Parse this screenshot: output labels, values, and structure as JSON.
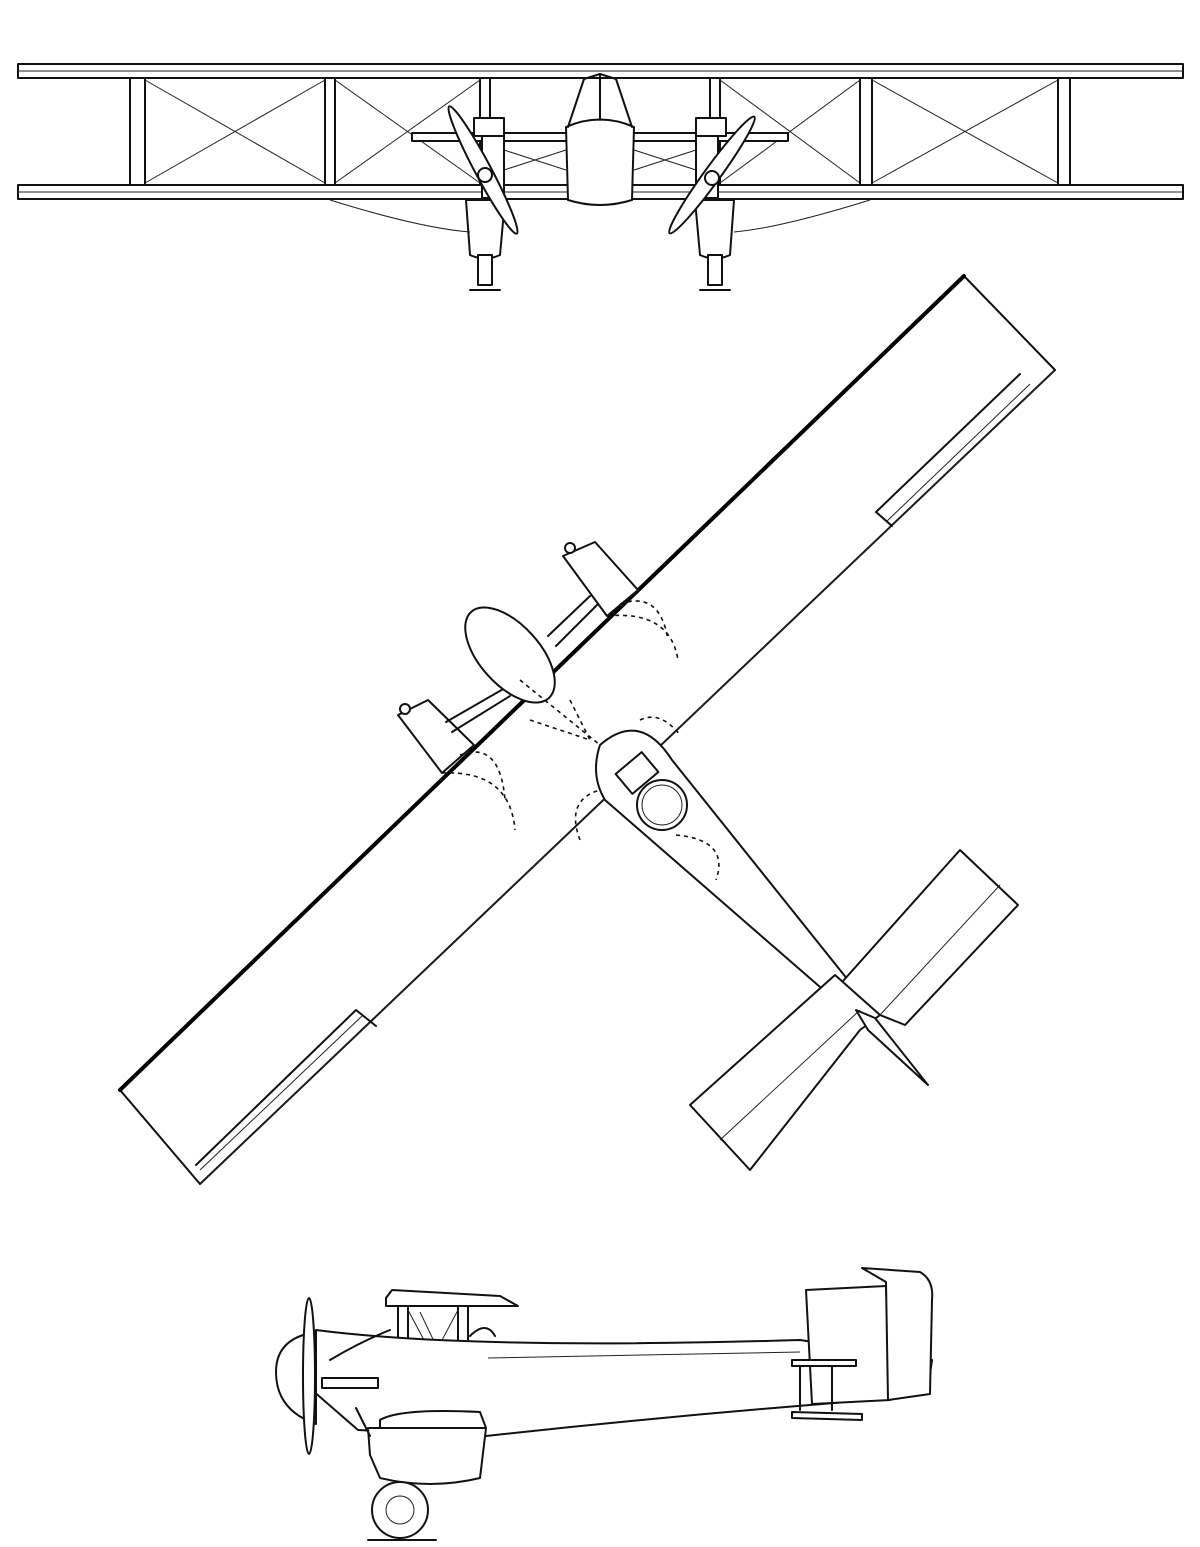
{
  "drawing": {
    "type": "three-view aircraft line drawing",
    "views": [
      "front",
      "top",
      "side"
    ],
    "colors": {
      "ink": "#111111",
      "paper": "#ffffff"
    }
  }
}
